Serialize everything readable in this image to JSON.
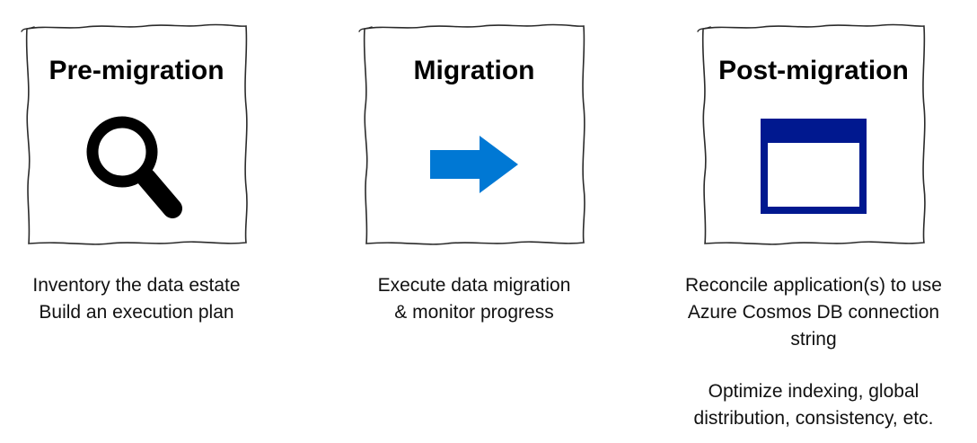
{
  "stages": [
    {
      "title": "Pre-migration",
      "icon": "magnifying-glass",
      "paragraphs": [
        {
          "lines": [
            "Inventory the data estate",
            "Build an execution plan"
          ]
        }
      ]
    },
    {
      "title": "Migration",
      "icon": "arrow-right",
      "paragraphs": [
        {
          "lines": [
            "Execute data migration",
            "& monitor progress"
          ]
        }
      ]
    },
    {
      "title": "Post-migration",
      "icon": "app-window",
      "paragraphs": [
        {
          "lines": [
            "Reconcile application(s) to use",
            "Azure Cosmos DB connection",
            "string"
          ]
        },
        {
          "lines": [
            "Optimize indexing, global",
            "distribution, consistency, etc."
          ]
        }
      ]
    }
  ],
  "colors": {
    "ink": "#000000",
    "box_border": "#2b2b2b",
    "arrow_blue": "#0078D4",
    "window_navy": "#00188F"
  }
}
